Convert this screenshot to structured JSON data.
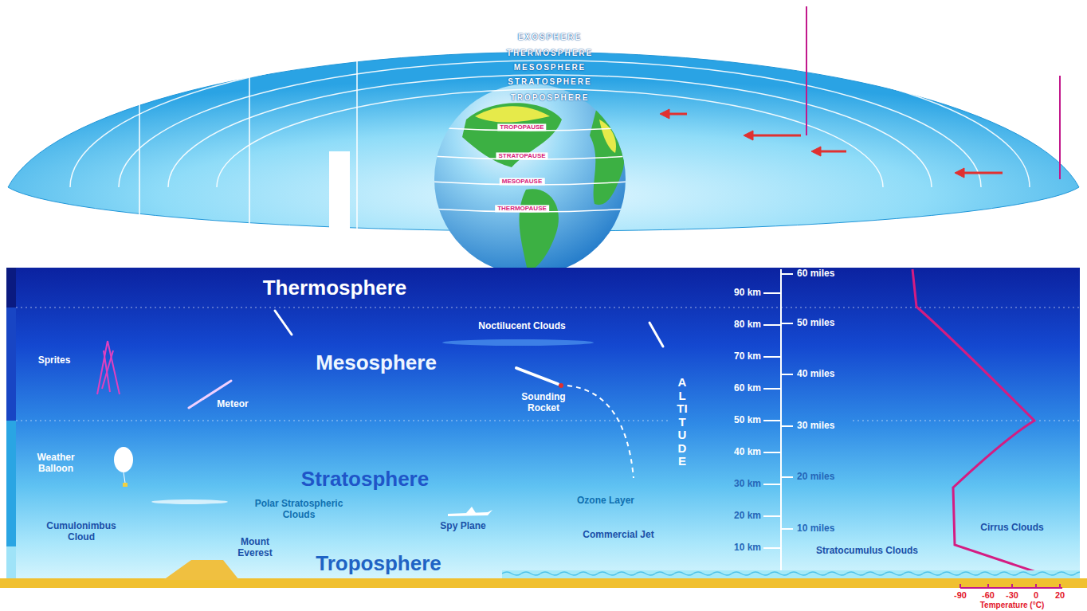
{
  "diagram": {
    "nodes": [
      {
        "text": [
          "Thermosphere"
        ]
      },
      {
        "text": [
          "Mesosphere"
        ]
      },
      {
        "text": [
          "Stratosphere"
        ]
      },
      {
        "text": [
          "Troposphere"
        ]
      }
    ],
    "labels": [
      "EXOSPHERE",
      "THERMOSPHERE",
      "MESOSPHERE",
      "STRATOSPHERE",
      "TROPOSPHERE",
      "TROPOPAUSE",
      "STRATOPAUSE",
      "MESOPAUSE",
      "THERMOPAUSE",
      "60 miles",
      "90 km",
      "80 km",
      "Noctilucent Clouds",
      "50 miles",
      "Sprites",
      "70 km",
      "40 miles",
      "Sounding Rocket",
      "Meteor",
      "60 km",
      "50 km",
      "30 miles",
      "ALTITUDE",
      "40 km",
      "Weather Balloon",
      "30 km",
      "20 miles",
      "Ozone Layer",
      "Polar Stratospheric Clouds",
      "20 km",
      "Spy Plane",
      "10 miles",
      "Cirrus Clouds",
      "Cumulonimbus Cloud",
      "Commercial Jet",
      "Mount Everest",
      "10 km",
      "Stratocumulus Clouds",
      "-90",
      "-60",
      "-30",
      "0",
      "20",
      "Temperature (°C)"
    ]
  }
}
